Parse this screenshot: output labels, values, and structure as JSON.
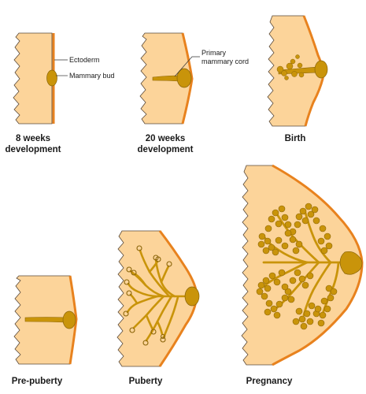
{
  "colors": {
    "tissue": "#fcd49a",
    "skin": "#e8821e",
    "duct": "#c9940a",
    "duct_dark": "#8a6408",
    "outline": "#5a4a3a",
    "leader": "#333333"
  },
  "stages": [
    {
      "line1": "8 weeks",
      "line2": "development"
    },
    {
      "line1": "20 weeks",
      "line2": "development"
    },
    {
      "line1": "Birth",
      "line2": ""
    },
    {
      "line1": "Pre-puberty",
      "line2": ""
    },
    {
      "line1": "Puberty",
      "line2": ""
    },
    {
      "line1": "Pregnancy",
      "line2": ""
    }
  ],
  "labels": {
    "ectoderm": "Ectoderm",
    "mammary_bud": "Mammary bud",
    "primary_cord_line1": "Primary",
    "primary_cord_line2": "mammary cord"
  }
}
